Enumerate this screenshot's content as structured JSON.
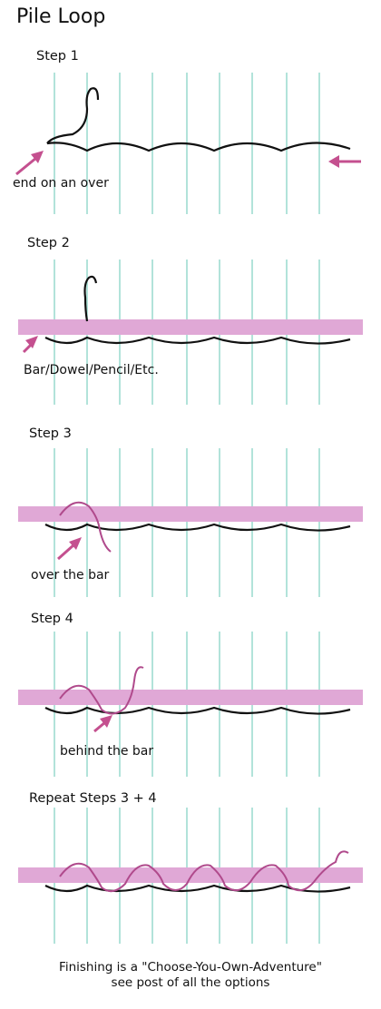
{
  "title": "Pile Loop",
  "colors": {
    "warp": "#9fdcd0",
    "bar": "#e0a8d6",
    "arrow": "#c4508f",
    "pile_yarn": "#b04a8c",
    "weft": "#111111"
  },
  "steps": [
    {
      "label": "Step 1",
      "annotation": "end on an over"
    },
    {
      "label": "Step 2",
      "annotation": "Bar/Dowel/Pencil/Etc."
    },
    {
      "label": "Step 3",
      "annotation": "over the bar"
    },
    {
      "label": "Step 4",
      "annotation": "behind the bar"
    },
    {
      "label": "Repeat Steps 3 + 4",
      "annotation": ""
    }
  ],
  "footer": {
    "line1": "Finishing is a \"Choose-You-Own-Adventure\"",
    "line2": "see post of all the options"
  }
}
